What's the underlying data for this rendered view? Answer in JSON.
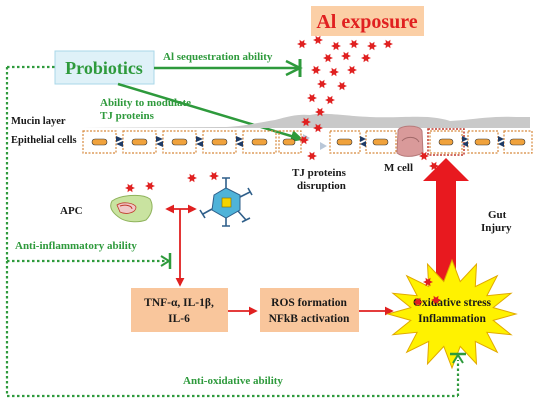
{
  "labels": {
    "al_exposure": "Al exposure",
    "probiotics": "Probiotics",
    "al_sequestration": "Al sequestration ability",
    "ability_modulate_line1": "Ability to modulate",
    "ability_modulate_line2": "TJ proteins",
    "mucin_layer": "Mucin layer",
    "epithelial_cells": "Epithelial cells",
    "tj_disruption_line1": "TJ proteins",
    "tj_disruption_line2": "disruption",
    "m_cell": "M cell",
    "apc": "APC",
    "gut_line1": "Gut",
    "gut_line2": "Injury",
    "anti_inflammatory": "Anti-inflammatory ability",
    "cytokines_line1": "TNF-α, IL-1β,",
    "cytokines_line2": "IL-6",
    "ros_line1": "ROS formation",
    "ros_line2": "NFkB activation",
    "oxidative_line1": "Oxidative stress",
    "oxidative_line2": "Inflammation",
    "anti_oxidative": "Anti-oxidative ability"
  },
  "colors": {
    "green": "#2e9a3c",
    "red": "#e02020",
    "al_box": "#fbcfa6",
    "probiotics_box": "#dff1f8",
    "cytokine_box": "#f9c69c",
    "star": "#fff200",
    "cell_border": "#d7893c",
    "nucleus": "#f0a23c",
    "tj": "#1f3b66"
  }
}
